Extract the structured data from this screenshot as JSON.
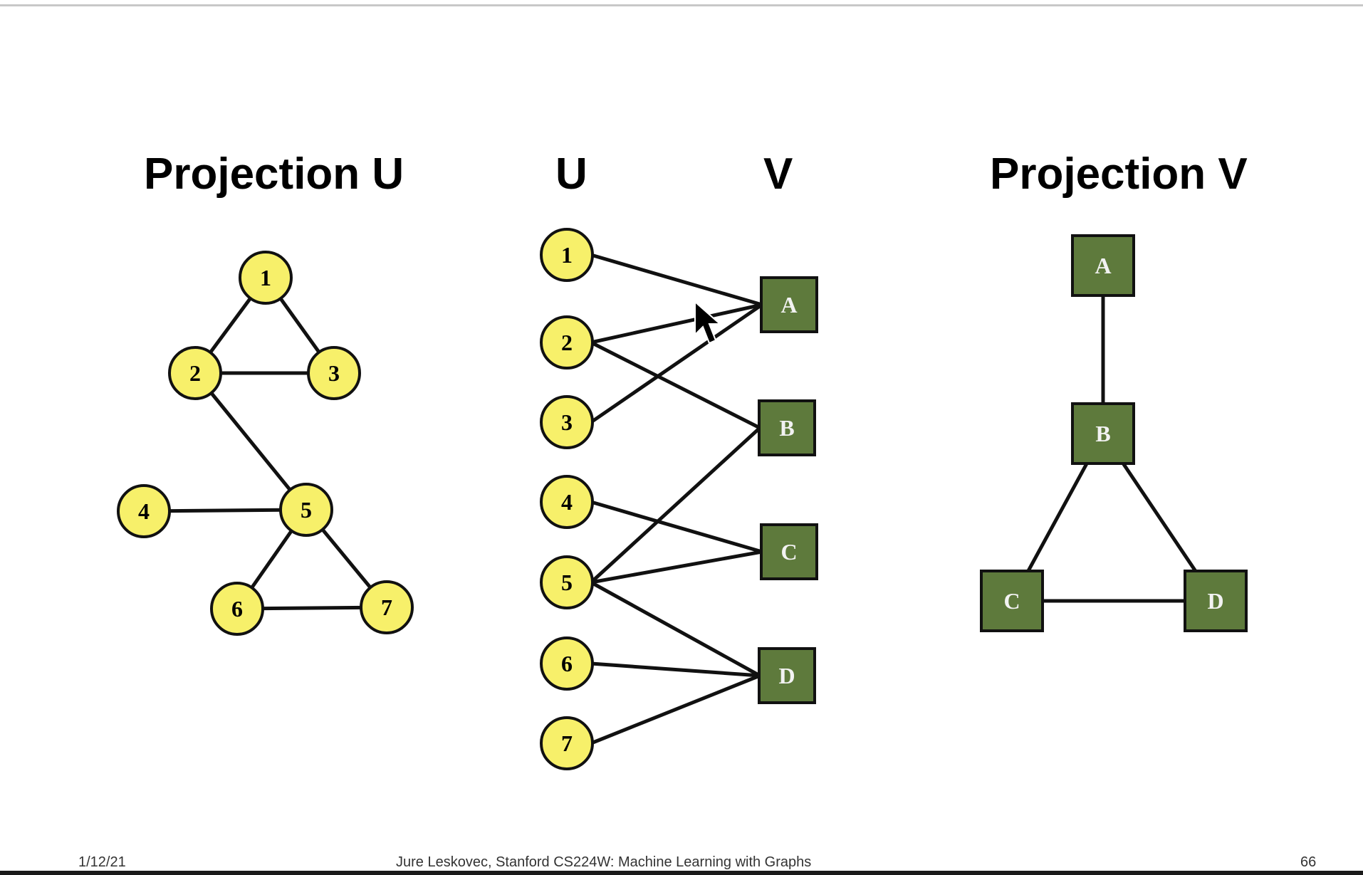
{
  "headings": {
    "projection_u": "Projection U",
    "u": "U",
    "v": "V",
    "projection_v": "Projection V"
  },
  "colors": {
    "u_node_fill": "#f7f06a",
    "v_node_fill": "#5e7a3c",
    "stroke": "#111111"
  },
  "projection_u": {
    "nodes": [
      "1",
      "2",
      "3",
      "4",
      "5",
      "6",
      "7"
    ],
    "edges": [
      [
        "1",
        "2"
      ],
      [
        "1",
        "3"
      ],
      [
        "2",
        "3"
      ],
      [
        "2",
        "5"
      ],
      [
        "4",
        "5"
      ],
      [
        "5",
        "6"
      ],
      [
        "5",
        "7"
      ],
      [
        "6",
        "7"
      ]
    ]
  },
  "bipartite": {
    "u_nodes": [
      "1",
      "2",
      "3",
      "4",
      "5",
      "6",
      "7"
    ],
    "v_nodes": [
      "A",
      "B",
      "C",
      "D"
    ],
    "edges": [
      [
        "1",
        "A"
      ],
      [
        "2",
        "A"
      ],
      [
        "3",
        "A"
      ],
      [
        "2",
        "B"
      ],
      [
        "5",
        "B"
      ],
      [
        "4",
        "C"
      ],
      [
        "5",
        "C"
      ],
      [
        "5",
        "D"
      ],
      [
        "6",
        "D"
      ],
      [
        "7",
        "D"
      ]
    ]
  },
  "projection_v": {
    "nodes": [
      "A",
      "B",
      "C",
      "D"
    ],
    "edges": [
      [
        "A",
        "B"
      ],
      [
        "B",
        "C"
      ],
      [
        "B",
        "D"
      ],
      [
        "C",
        "D"
      ]
    ]
  },
  "footer": {
    "date": "1/12/21",
    "credit": "Jure Leskovec, Stanford CS224W: Machine Learning with Graphs",
    "page": "66"
  }
}
